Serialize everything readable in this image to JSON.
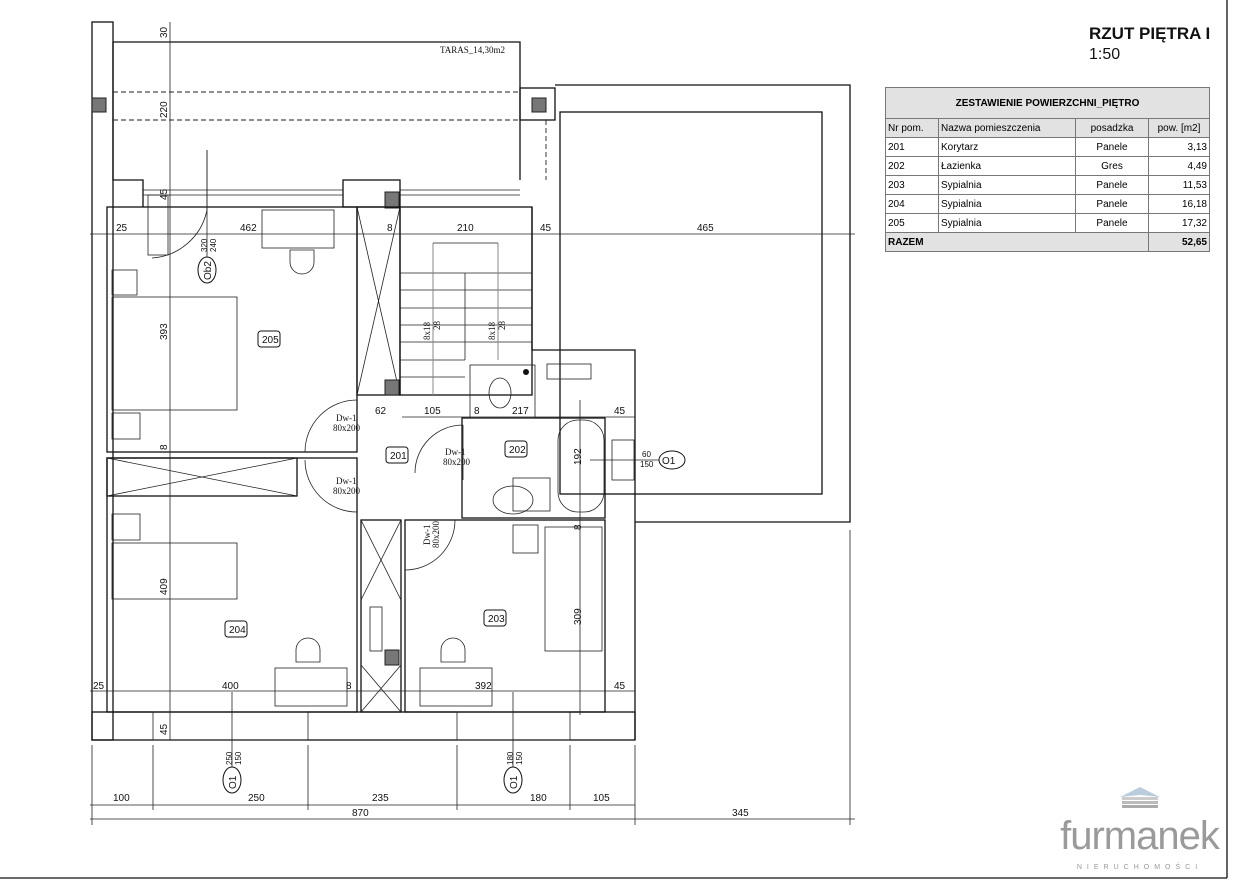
{
  "header": {
    "title": "RZUT PIĘTRA I",
    "scale": "1:50"
  },
  "summary_table": {
    "caption": "ZESTAWIENIE POWIERZCHNI_PIĘTRO",
    "columns": [
      "Nr pom.",
      "Nazwa pomieszczenia",
      "posadzka",
      "pow. [m2]"
    ],
    "rows": [
      {
        "nr": "201",
        "name": "Korytarz",
        "floor": "Panele",
        "area": "3,13"
      },
      {
        "nr": "202",
        "name": "Łazienka",
        "floor": "Gres",
        "area": "4,49"
      },
      {
        "nr": "203",
        "name": "Sypialnia",
        "floor": "Panele",
        "area": "11,53"
      },
      {
        "nr": "204",
        "name": "Sypialnia",
        "floor": "Panele",
        "area": "16,18"
      },
      {
        "nr": "205",
        "name": "Sypialnia",
        "floor": "Panele",
        "area": "17,32"
      }
    ],
    "total_label": "RAZEM",
    "total_area": "52,65"
  },
  "plan": {
    "terrace_label": "TARAS_14,30m2",
    "rooms": [
      "201",
      "202",
      "203",
      "204",
      "205"
    ],
    "door_label": "Dw-1",
    "door_size": "80x200",
    "stair_label": "8x18",
    "stair_tread": "28",
    "windows": {
      "ob2": {
        "tag": "Ob2",
        "w": "320",
        "h": "240"
      },
      "o1_left": {
        "tag": "O1",
        "w": "250",
        "h": "150"
      },
      "o1_mid": {
        "tag": "O1",
        "w": "180",
        "h": "150"
      },
      "o1_right": {
        "tag": "O1",
        "w": "60",
        "h": "150"
      }
    },
    "dims": {
      "top": [
        "25",
        "462",
        "8",
        "210",
        "45",
        "465"
      ],
      "left_vertical": [
        "30",
        "220",
        "45"
      ],
      "room_205_height": "393",
      "room_204_height": "409",
      "middle": [
        "62",
        "105",
        "8",
        "217",
        "45"
      ],
      "bath_height": "192",
      "room_203_height": "309",
      "wall_8": "8",
      "lower": [
        "25",
        "400",
        "8",
        "392",
        "45"
      ],
      "lower_vertical": "45",
      "bottom": [
        "100",
        "250",
        "235",
        "180",
        "105"
      ],
      "total": [
        "870",
        "345"
      ]
    }
  },
  "logo": {
    "name": "furmanek",
    "tagline": "NIERUCHOMOŚCI"
  }
}
